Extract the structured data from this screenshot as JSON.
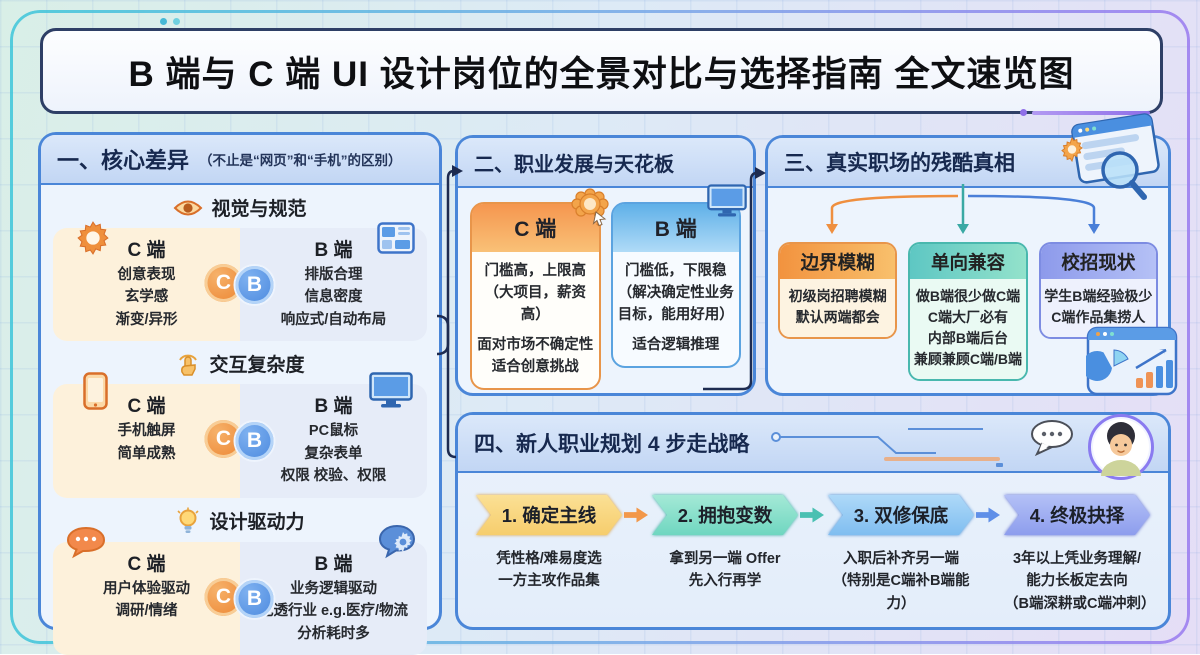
{
  "title": "B 端与 C 端 UI 设计岗位的全景对比与选择指南 全文速览图",
  "badge": {
    "c": "C",
    "b": "B"
  },
  "sections": {
    "core_diff": {
      "title": "一、核心差异",
      "subtitle": "（不止是“网页”和“手机”的区别）",
      "groups": [
        {
          "heading": "视觉与规范",
          "c": {
            "label": "C 端",
            "lines": [
              "创意表现",
              "玄学感",
              "渐变/异形"
            ]
          },
          "b": {
            "label": "B 端",
            "lines": [
              "排版合理",
              "信息密度",
              "响应式/自动布局"
            ]
          }
        },
        {
          "heading": "交互复杂度",
          "c": {
            "label": "C 端",
            "lines": [
              "手机触屏",
              "简单成熟"
            ]
          },
          "b": {
            "label": "B 端",
            "lines": [
              "PC鼠标",
              "复杂表单",
              "权限 校验、权限"
            ]
          }
        },
        {
          "heading": "设计驱动力",
          "c": {
            "label": "C 端",
            "lines": [
              "用户体验驱动",
              "调研/情绪"
            ]
          },
          "b": {
            "label": "B 端",
            "lines": [
              "业务逻辑驱动",
              "吃透行业 e.g.医疗/物流",
              "分析耗时多"
            ]
          }
        }
      ]
    },
    "career": {
      "title": "二、职业发展与天花板",
      "cards": [
        {
          "label": "C 端",
          "para1": [
            "门槛高，上限高",
            "（大项目，薪资高）"
          ],
          "para2": [
            "面对市场不确定性",
            "适合创意挑战"
          ]
        },
        {
          "label": "B 端",
          "para1": [
            "门槛低，下限稳",
            "（解决确定性业务",
            "目标，能用好用）"
          ],
          "para2": [
            "适合逻辑推理"
          ]
        }
      ]
    },
    "reality": {
      "title": "三、真实职场的残酷真相",
      "cards": [
        {
          "title": "边界模糊",
          "lines": [
            "初级岗招聘模糊",
            "默认两端都会"
          ]
        },
        {
          "title": "单向兼容",
          "lines": [
            "做B端很少做C端",
            "C端大厂必有",
            "内部B端后台",
            "兼顾兼顾C端/B端"
          ]
        },
        {
          "title": "校招现状",
          "lines": [
            "学生B端经验极少",
            "C端作品集捞人"
          ]
        }
      ]
    },
    "plan": {
      "title": "四、新人职业规划 4 步走战略",
      "steps": [
        {
          "label": "1. 确定主线",
          "lines": [
            "凭性格/难易度选",
            "一方主攻作品集"
          ]
        },
        {
          "label": "2. 拥抱变数",
          "lines": [
            "拿到另一端 Offer",
            "先入行再学"
          ]
        },
        {
          "label": "3. 双修保底",
          "lines": [
            "入职后补齐另一端",
            "（特别是C端补B端能力）"
          ]
        },
        {
          "label": "4. 终极抉择",
          "lines": [
            "3年以上凭业务理解/",
            "能力长板定去向",
            "（B端深耕或C端冲刺）"
          ]
        }
      ]
    }
  },
  "colors": {
    "accent_blue": "#4a86d8",
    "navy_text": "#17294f",
    "orange": "#ef8f3c",
    "teal": "#3fb3aa",
    "periwinkle": "#7f8ce0",
    "c_badge": "#ee8a35",
    "b_badge": "#4f8fe0"
  }
}
